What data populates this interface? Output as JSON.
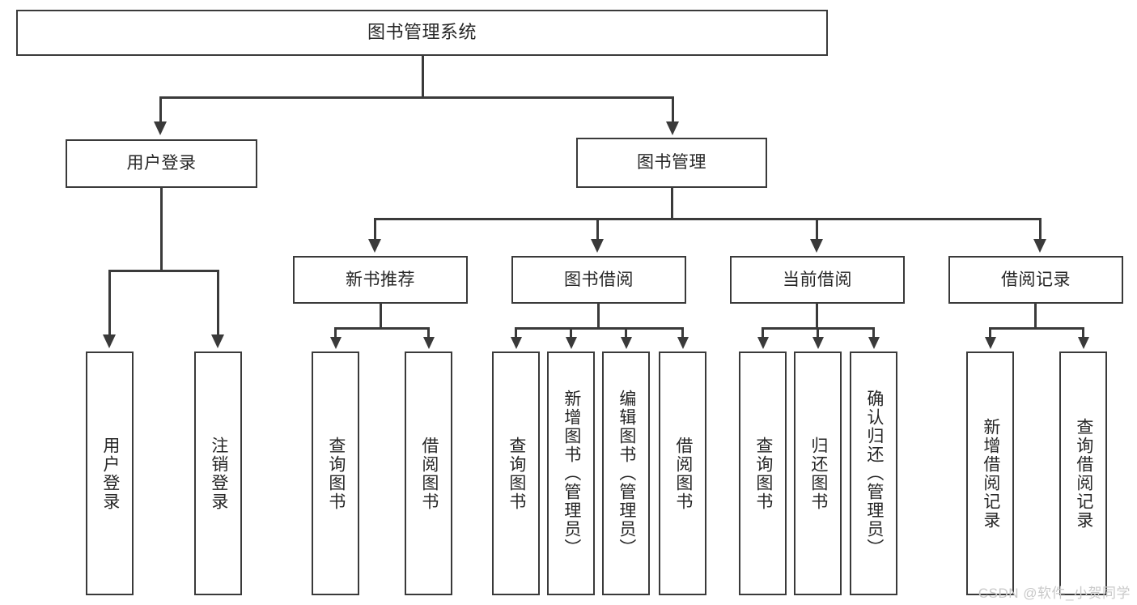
{
  "diagram": {
    "title": "图书管理系统",
    "watermark": "CSDN @软件_小贺同学",
    "colors": {
      "background": "#ffffff",
      "box_border": "#3a3a3a",
      "box_fill": "#ffffff",
      "text": "#262626",
      "connector": "#3a3a3a",
      "watermark": "#c9c9c9"
    },
    "root": {
      "label": "图书管理系统"
    },
    "level2": [
      {
        "label": "用户登录"
      },
      {
        "label": "图书管理"
      }
    ],
    "level3": [
      {
        "label": "新书推荐"
      },
      {
        "label": "图书借阅"
      },
      {
        "label": "当前借阅"
      },
      {
        "label": "借阅记录"
      }
    ],
    "leaves": {
      "user_login": [
        {
          "label": "用户登录"
        },
        {
          "label": "注销登录"
        }
      ],
      "new_book_rec": [
        {
          "label": "查询图书"
        },
        {
          "label": "借阅图书"
        }
      ],
      "book_borrow": [
        {
          "label": "查询图书"
        },
        {
          "label": "新增图书（管理员）"
        },
        {
          "label": "编辑图书（管理员）"
        },
        {
          "label": "借阅图书"
        }
      ],
      "current_borrow": [
        {
          "label": "查询图书"
        },
        {
          "label": "归还图书"
        },
        {
          "label": "确认归还（管理员）"
        }
      ],
      "borrow_record": [
        {
          "label": "新增借阅记录"
        },
        {
          "label": "查询借阅记录"
        }
      ]
    }
  }
}
